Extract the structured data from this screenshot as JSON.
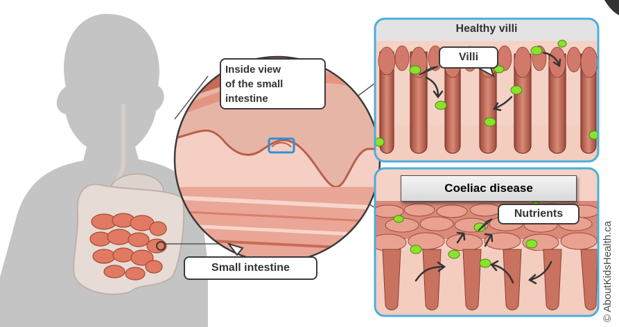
{
  "labels": {
    "inside_view": [
      "Inside view",
      "of the small",
      "intestine"
    ],
    "small_intestine": "Small intestine",
    "healthy_villi": "Healthy villi",
    "villi": "Villi",
    "coeliac_disease": "Coeliac disease",
    "nutrients": "Nutrients",
    "copyright": "© AboutKidsHealth.ca"
  },
  "colors": {
    "silhouette": "#c4c4c4",
    "panel_border": "#4aaedc",
    "tissue_light": "#f3c7bb",
    "tissue_mid": "#e4a18f",
    "villi_dark": "#b8604f",
    "nutrient": "#8be22a",
    "intestine_red": "#d86a52"
  }
}
